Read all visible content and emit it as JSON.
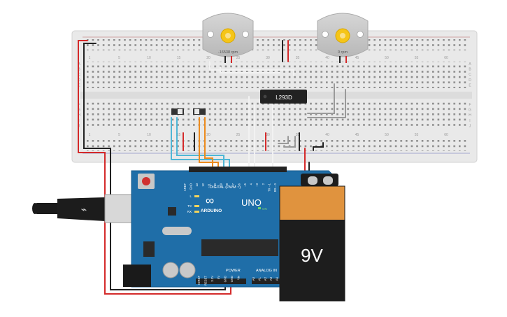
{
  "breadboard": {
    "top_numbers": [
      "1",
      "5",
      "10",
      "15",
      "20",
      "25",
      "30",
      "35",
      "40",
      "45",
      "50",
      "55",
      "60"
    ],
    "bottom_numbers": [
      "1",
      "5",
      "10",
      "15",
      "20",
      "25",
      "30",
      "35",
      "40",
      "45",
      "50",
      "55",
      "60"
    ],
    "right_letters_top": [
      "A",
      "B",
      "C",
      "D",
      "E"
    ],
    "right_letters_bottom": [
      "F",
      "G",
      "H",
      "I",
      "J"
    ]
  },
  "motors": [
    {
      "rpm": "-16538 rpm"
    },
    {
      "rpm": "0 rpm"
    }
  ],
  "chip": {
    "label": "L293D"
  },
  "arduino": {
    "brand": "ARDUINO",
    "model": "UNO",
    "digital_label": "DIGITAL (PWM ~)",
    "power_label": "POWER",
    "analog_label": "ANALOG IN",
    "pin_labels_digital": [
      "AREF",
      "GND",
      "13",
      "12",
      "~11",
      "~10",
      "~9",
      "8",
      "7",
      "~6",
      "~5",
      "4",
      "~3",
      "2",
      "TX→1",
      "RX←0"
    ],
    "pin_labels_power": [
      "IOREF",
      "RESET",
      "3.3V",
      "5V",
      "GND",
      "GND",
      "Vin"
    ],
    "pin_labels_analog": [
      "A0",
      "A1",
      "A2",
      "A3",
      "A4",
      "A5"
    ],
    "led_labels": [
      "L",
      "TX",
      "RX"
    ],
    "on_label": "ON"
  },
  "battery": {
    "label": "9V"
  },
  "colors": {
    "board_blue": "#1f6ea8",
    "battery_orange": "#e0933e",
    "battery_black": "#1d1d1d",
    "wire_red": "#d42a2a",
    "wire_black": "#222222",
    "wire_orange": "#ec8b1e",
    "wire_blue": "#4fb6d6",
    "wire_white": "#f2f2f2",
    "wire_grey": "#8a8a8a"
  }
}
